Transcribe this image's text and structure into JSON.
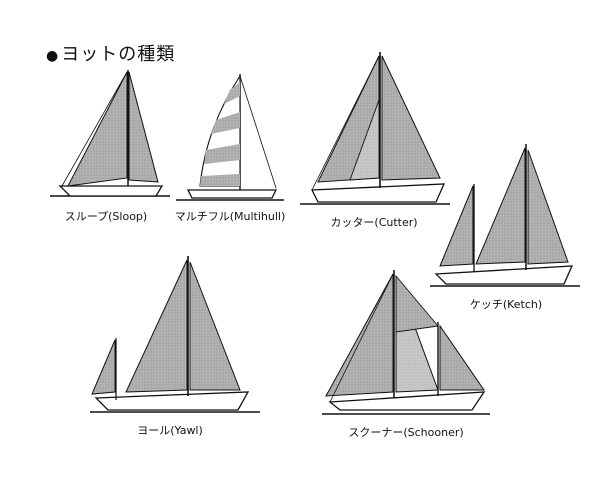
{
  "heading": {
    "bullet": "●",
    "title": "ヨットの種類"
  },
  "boats": [
    {
      "id": "sloop",
      "label": "スループ(Sloop)"
    },
    {
      "id": "multihull",
      "label": "マルチフル(Multihull)"
    },
    {
      "id": "cutter",
      "label": "カッター(Cutter)"
    },
    {
      "id": "ketch",
      "label": "ケッチ(Ketch)"
    },
    {
      "id": "yawl",
      "label": "ヨール(Yawl)"
    },
    {
      "id": "schooner",
      "label": "スクーナー(Schooner)"
    }
  ],
  "colors": {
    "ink": "#111111",
    "sail": "#a9a9a9",
    "sail_light": "#c4c4c4",
    "hull": "#ffffff"
  }
}
